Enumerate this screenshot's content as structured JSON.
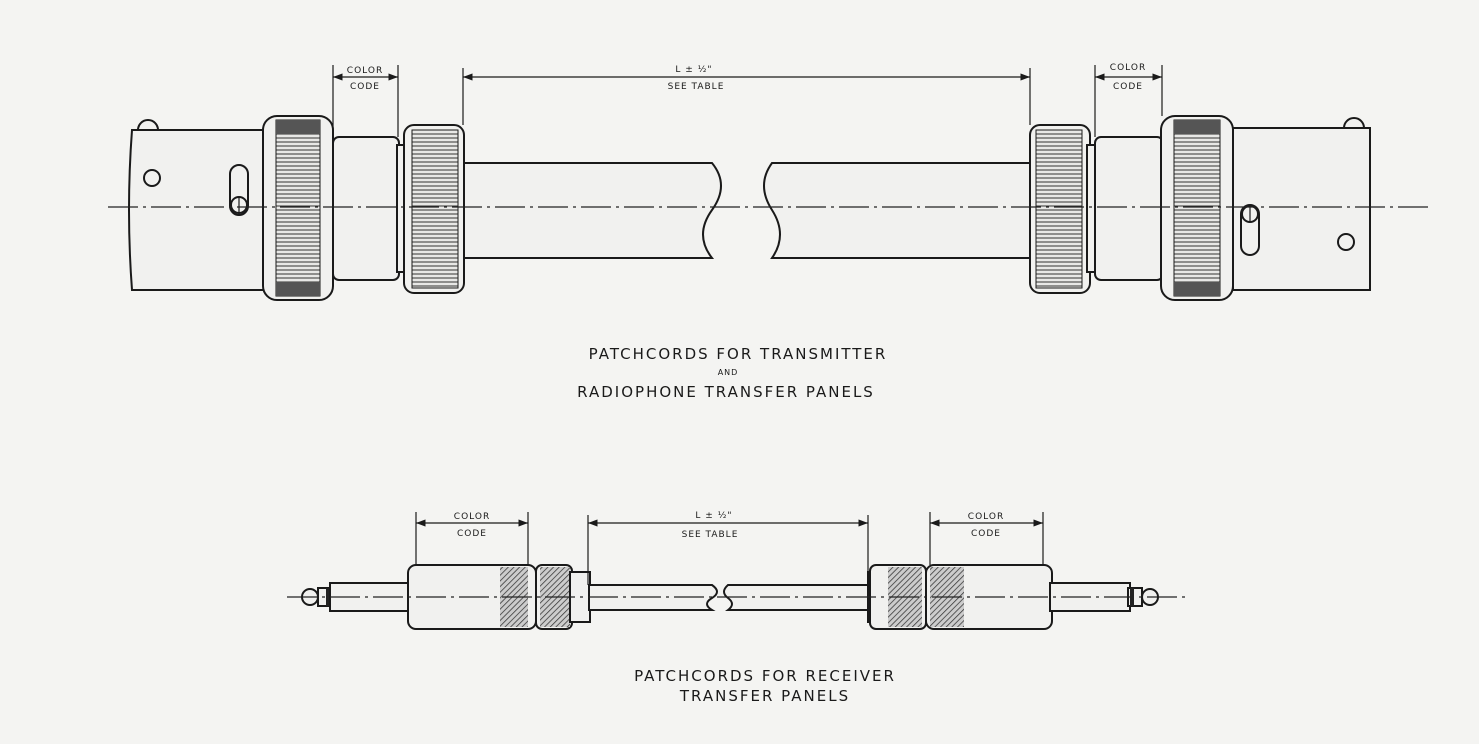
{
  "top_drawing": {
    "color_code_left": [
      "COLOR",
      "CODE"
    ],
    "length_dim": "L ± ½\"",
    "see_table": "SEE TABLE",
    "color_code_right": [
      "COLOR",
      "CODE"
    ],
    "caption_line1": "PATCHCORDS FOR TRANSMITTER",
    "caption_and": "AND",
    "caption_line2": "RADIOPHONE TRANSFER PANELS"
  },
  "bottom_drawing": {
    "color_code_left": [
      "COLOR",
      "CODE"
    ],
    "length_dim": "L ± ½\"",
    "see_table": "SEE TABLE",
    "color_code_right": [
      "COLOR",
      "CODE"
    ],
    "caption_line1": "PATCHCORDS FOR RECEIVER",
    "caption_line2": "TRANSFER PANELS"
  }
}
